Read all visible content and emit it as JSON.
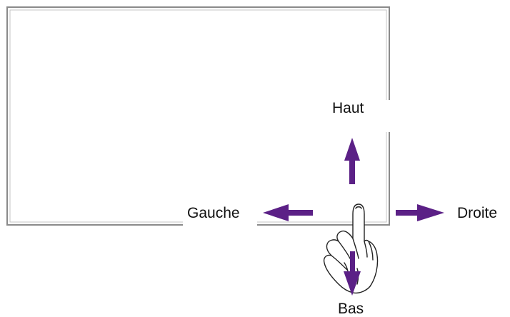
{
  "labels": {
    "up": "Haut",
    "down": "Bas",
    "left": "Gauche",
    "right": "Droite"
  },
  "colors": {
    "arrow": "#5b2086",
    "frame_outer": "#8a8a8a",
    "frame_inner": "#b5b5b5",
    "text": "#111111"
  },
  "icons": {
    "hand": "pointing-hand-icon"
  }
}
